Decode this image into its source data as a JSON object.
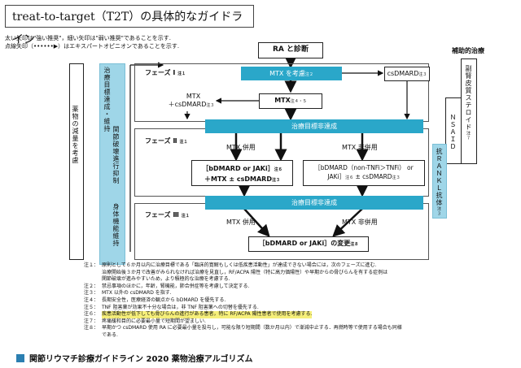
{
  "title": "treat-to-target（T2T）の具体的なガイドライン",
  "legend": {
    "line1": "太い矢印は\"強い推奨\"，細い矢印は\"弱い推奨\"であることを示す.",
    "line2": "点線矢印（••••••▶）はエキスパートオピニオンであることを示す."
  },
  "start": "RA と診断",
  "support_header": "補助的治療",
  "left_column": {
    "target_label": "治療目標達成・維持",
    "joint_label": "関節破壊進行抑制",
    "function_label": "身体機能維持",
    "drug_reduction": "薬物の減量を考慮"
  },
  "phase1": {
    "label": "フェーズ Ⅰ",
    "note": "注１",
    "band": "MTX を考慮",
    "band_note": "注２",
    "csdmard": "csDMARD",
    "csdmard_note": "注３",
    "mtx_plus": "MTX\n＋csDMARD",
    "mtx_plus_note": "注３",
    "mtx_mid": "MTX",
    "mtx_mid_note": "注４・５"
  },
  "band_fail_1": "治療目標非達成",
  "phase2": {
    "label": "フェーズ Ⅱ",
    "note": "注１",
    "mtx_use": "MTX 併用",
    "mtx_nonuse": "MTX 非併用",
    "left_box_line1": "［bDMARD or JAKi］",
    "left_box_note1": "注６",
    "left_box_line2": "＋MTX ± csDMARD",
    "left_box_note2": "注３",
    "right_box_line1": "［bDMARD（non-TNFi＞TNFi） or",
    "right_box_line2": "JAKi］",
    "right_box_note2": "注６",
    "right_box_line3": "± csDMARD",
    "right_box_note3": "注３"
  },
  "band_fail_2": "治療目標非達成",
  "phase3": {
    "label": "フェーズ Ⅲ",
    "note": "注１",
    "mtx_use": "MTX 併用",
    "mtx_nonuse": "MTX 非併用",
    "change": "［bDMARD or JAKi］の変更",
    "change_note": "注８"
  },
  "side_columns": {
    "steroid": "副腎皮質ステロイド",
    "steroid_note": "注７",
    "nsaid": "ＮＳＡＩＤ",
    "anti_rankl": "抗ＲＡＮＫＬ抗体",
    "anti_rankl_note": "注３"
  },
  "notes": [
    {
      "key": "注１：",
      "text": "原則として６か月以内に治療目標である「臨床的寛解もしくは低疾患活動性」が達成できない場合には，次のフェーズに進む."
    },
    {
      "key": "",
      "text": "治療開始後３か月で改善がみられなければ治療を見直し，RF/ACPA 陽性（特に高力価陽性）や早期からの骨びらんを有する症例は"
    },
    {
      "key": "",
      "text": "関節破壊が進みやすいため，より積極的な治療を考慮する."
    },
    {
      "key": "注２：",
      "text": "禁忌事項のほかに，年齢，腎機能，肺合併症等を考慮して決定する."
    },
    {
      "key": "注３：",
      "text": "MTX 以外の csDMARD を指す."
    },
    {
      "key": "注４：",
      "text": "長期安全性，医療経済の観点から bDMARD を優先する."
    },
    {
      "key": "注５：",
      "text": "TNF 阻害薬が効果不十分な場合は，非 TNF 阻害薬への切替を優先する."
    },
    {
      "key": "注６：",
      "text": "疾患活動性が低下しても骨びらんの進行がある患者，特に RF/ACPA 陽性患者で使用を考慮する.",
      "highlight": true
    },
    {
      "key": "注７：",
      "text": "疼痛緩和目的に必要最小量で短期間が望ましい."
    },
    {
      "key": "注８：",
      "text": "早期かつ csDMARD 使用 RA に必要最小量を投与し，可能な限り短期間（数か月以内）で漸減中止する．再燃時等で使用する場合も同様"
    },
    {
      "key": "",
      "text": "である."
    }
  ],
  "footer": "関節リウマチ診療ガイドライン 2020 薬物治療アルゴリズム"
}
